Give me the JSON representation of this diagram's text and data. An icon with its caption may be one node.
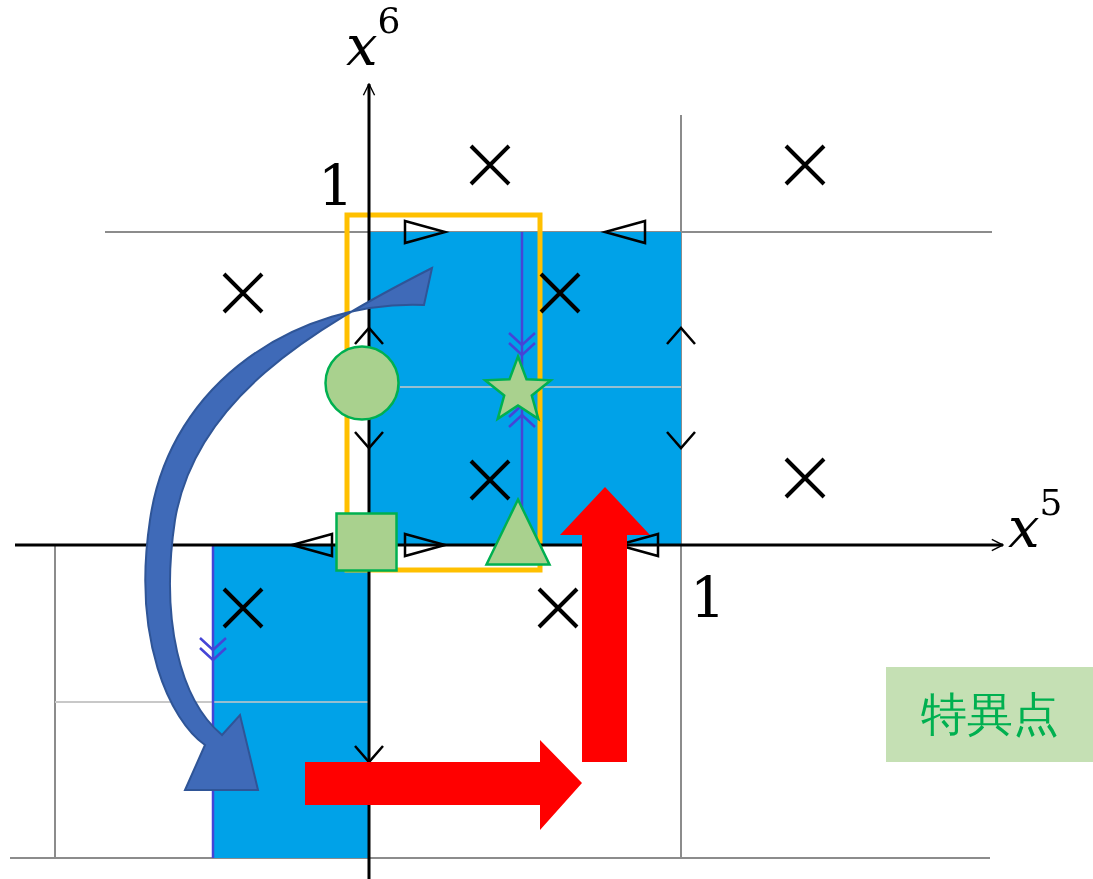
{
  "diagram": {
    "nodes": [
      {
        "text": [],
        "shape": "circle"
      },
      {
        "text": [],
        "shape": "star"
      },
      {
        "text": [],
        "shape": "box"
      },
      {
        "text": [],
        "shape": "triangle"
      },
      {
        "text": [
          "特異点"
        ]
      }
    ],
    "labels": [
      "*x*$^{6}$",
      "1",
      "*x*$^{5}$",
      "1"
    ]
  }
}
